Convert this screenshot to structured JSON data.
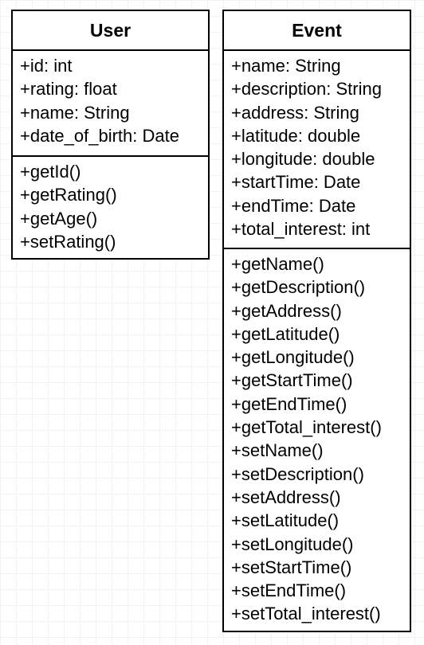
{
  "classes": {
    "user": {
      "name": "User",
      "attributes": [
        "+id: int",
        "+rating: float",
        "+name: String",
        "+date_of_birth: Date"
      ],
      "methods": [
        "+getId()",
        "+getRating()",
        "+getAge()",
        "+setRating()"
      ]
    },
    "event": {
      "name": "Event",
      "attributes": [
        "+name: String",
        "+description: String",
        "+address: String",
        "+latitude: double",
        "+longitude: double",
        "+startTime: Date",
        "+endTime: Date",
        "+total_interest: int"
      ],
      "methods": [
        "+getName()",
        "+getDescription()",
        "+getAddress()",
        "+getLatitude()",
        "+getLongitude()",
        "+getStartTime()",
        "+getEndTime()",
        "+getTotal_interest()",
        "+setName()",
        "+setDescription()",
        "+setAddress()",
        "+setLatitude()",
        "+setLongitude()",
        "+setStartTime()",
        "+setEndTime()",
        "+setTotal_interest()"
      ]
    }
  }
}
